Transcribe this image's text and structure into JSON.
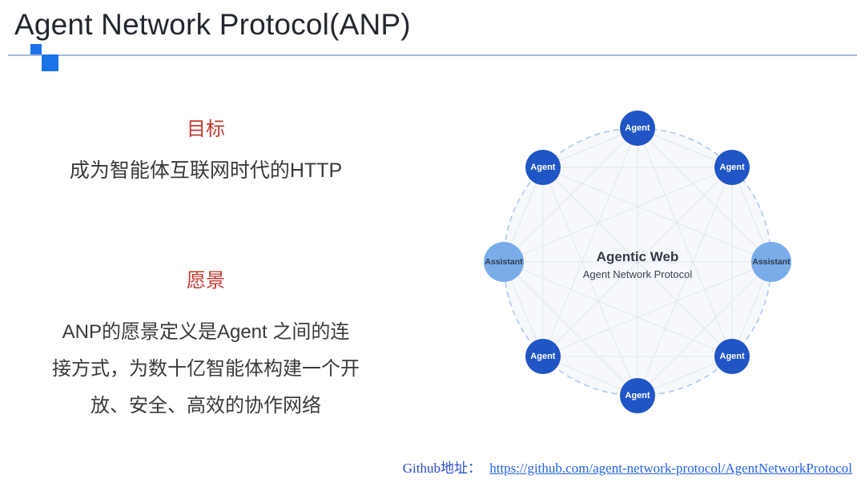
{
  "slide": {
    "title": "Agent Network Protocol(ANP)",
    "accent_color": "#1A73E8",
    "heading_color": "#C1392F",
    "goal": {
      "heading": "目标",
      "body": "成为智能体互联网时代的HTTP"
    },
    "vision": {
      "heading": "愿景",
      "lines": [
        "ANP的愿景定义是Agent 之间的连",
        "接方式，为数十亿智能体构建一个开",
        "放、安全、高效的协作网络"
      ]
    },
    "footer": {
      "label": "Github地址：",
      "label_color": "#2B4BD0",
      "link_text": "https://github.com/agent-network-protocol/AgentNetworkProtocol",
      "link_color": "#2563EB"
    }
  },
  "diagram": {
    "center_title": "Agentic Web",
    "center_subtitle": "Agent Network Protocol",
    "nodes": [
      {
        "label": "Agent",
        "type": "agent",
        "angle": 90
      },
      {
        "label": "Agent",
        "type": "agent",
        "angle": 45
      },
      {
        "label": "Assistant",
        "type": "assistant",
        "angle": 0
      },
      {
        "label": "Agent",
        "type": "agent",
        "angle": 315
      },
      {
        "label": "Agent",
        "type": "agent",
        "angle": 270
      },
      {
        "label": "Agent",
        "type": "agent",
        "angle": 225
      },
      {
        "label": "Assistant",
        "type": "assistant",
        "angle": 180
      },
      {
        "label": "Agent",
        "type": "agent",
        "angle": 135
      }
    ],
    "colors": {
      "agent_fill": "#2155C6",
      "agent_text": "#FFFFFF",
      "assistant_fill": "#7AACE9",
      "assistant_text": "#2E3A49",
      "circle_fill": "#F6F8FB",
      "circle_stroke": "#ABC5EA",
      "mesh_line": "#E2E6ED"
    }
  }
}
